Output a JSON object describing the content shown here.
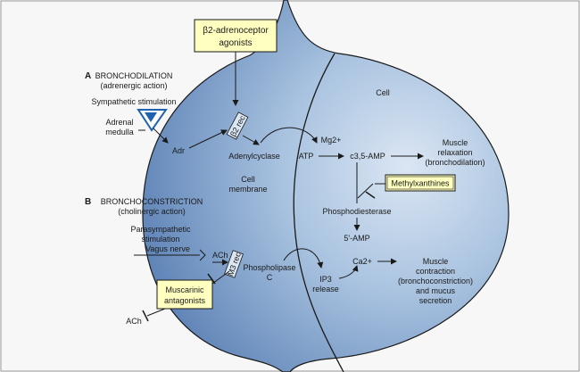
{
  "section_a": {
    "letter": "A",
    "title": "BRONCHODILATION",
    "subtitle": "(adrenergic action)",
    "sympathetic": "Sympathetic stimulation",
    "adrenal_1": "Adrenal",
    "adrenal_2": "medulla",
    "adr": "Adr"
  },
  "section_b": {
    "letter": "B",
    "title": "BRONCHOCONSTRICTION",
    "subtitle": "(cholinergic action)",
    "para_1": "Parasympathetic",
    "para_2": "stimulation",
    "vagus": "Vagus nerve",
    "ach_nerve": "ACh",
    "ach_bottom": "ACh"
  },
  "boxes": {
    "beta_agonist_1": "β2-adrenoceptor",
    "beta_agonist_2": "agonists",
    "muscarinic_1": "Muscarinic",
    "muscarinic_2": "antagonists",
    "methylxanthines": "Methylxanthines"
  },
  "receptors": {
    "beta": "β2 rec",
    "muscarinic": "M3 rec"
  },
  "cell": {
    "cell_label": "Cell",
    "membrane_1": "Cell",
    "membrane_2": "membrane",
    "adenylcyclase": "Adenylcyclase",
    "atp": "ATP",
    "mg": "Mg2+",
    "camp": "c3,5-AMP",
    "relax_1": "Muscle",
    "relax_2": "relaxation",
    "relax_3": "(bronchodilation)",
    "pde": "Phosphodiesterase",
    "amp5": "5'-AMP",
    "plc_1": "Phospholipase",
    "plc_2": "C",
    "ip3_1": "IP3",
    "ip3_2": "release",
    "ca": "Ca2+",
    "contract_1": "Muscle",
    "contract_2": "contraction",
    "contract_3": "(bronchoconstriction)",
    "contract_4": "and mucus",
    "contract_5": "secretion"
  },
  "colors": {
    "cell_fill": "#a9c3e0",
    "cell_dark": "#5f84b7",
    "box_fill": "#ffffc0",
    "line": "#1a1a1a"
  }
}
